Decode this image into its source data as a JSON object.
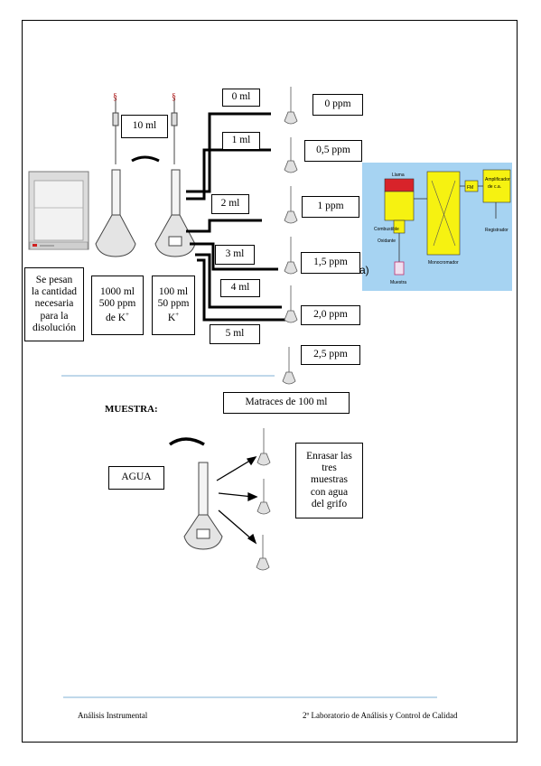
{
  "transfer_volume": "10 ml",
  "weigh_note": [
    "Se pesan",
    "la cantidad",
    "necesaria",
    "para la",
    "disolución"
  ],
  "stock_flask": [
    "1000 ml",
    "500 ppm",
    "de K"
  ],
  "stock_sup": "+",
  "working_flask": [
    "100 ml",
    "50 ppm",
    "K"
  ],
  "working_sup": "+",
  "dilutions": [
    {
      "vol": "0 ml",
      "conc": "0 ppm"
    },
    {
      "vol": "1 ml",
      "conc": "0,5 ppm"
    },
    {
      "vol": "2 ml",
      "conc": "1 ppm"
    },
    {
      "vol": "3 ml",
      "conc": "1,5 ppm"
    },
    {
      "vol": "4 ml",
      "conc": "2,0 ppm"
    },
    {
      "vol": "5 ml",
      "conc": "2,5 ppm"
    }
  ],
  "instrument_label": "a)",
  "sample_heading": "MUESTRA:",
  "flask_title": "Matraces de 100 ml",
  "water_label": "AGUA",
  "make_up_note": [
    "Enrasar las",
    "tres",
    "muestras",
    "con agua",
    "del grifo"
  ],
  "footer_left": "Análisis Instrumental",
  "footer_right": "2º Laboratorio de Análisis y Control de Calidad"
}
